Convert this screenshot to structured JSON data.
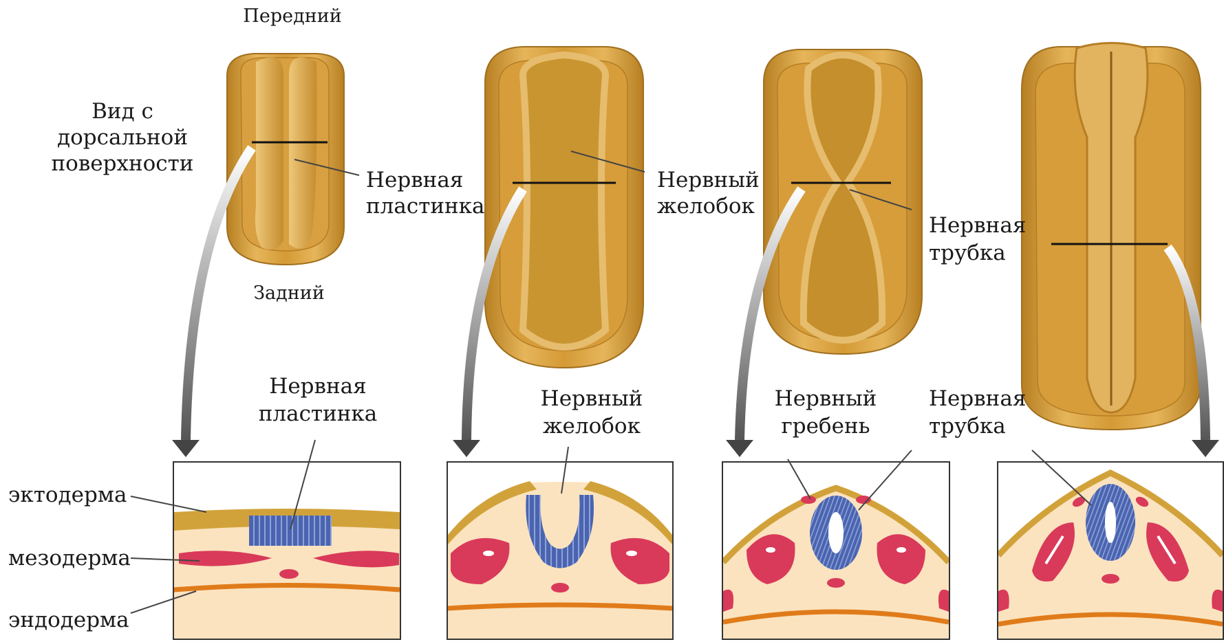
{
  "labels": {
    "anterior": "Передний",
    "posterior": "Задний",
    "dorsal_view": [
      "Вид с",
      "дорсальной",
      "поверхности"
    ],
    "neural_plate": [
      "Нервная",
      "пластинка"
    ],
    "neural_groove": [
      "Нервный",
      "желобок"
    ],
    "neural_tube": [
      "Нервная",
      "трубка"
    ],
    "neural_crest": [
      "Нервный",
      "гребень"
    ],
    "ectoderm": "эктодерма",
    "mesoderm": "мезодерма",
    "endoderm": "эндодерма"
  },
  "colors": {
    "embryo": "#d9a441",
    "embryo_dark": "#b5822a",
    "embryo_light": "#ecc674",
    "neural": "#4a64b0",
    "neural_stripe": "#8fa3d8",
    "mesoderm": "#d93a5a",
    "endoderm": "#e07b1a",
    "tissue": "#fbe3bf",
    "ectoderm": "#d2a23a"
  }
}
